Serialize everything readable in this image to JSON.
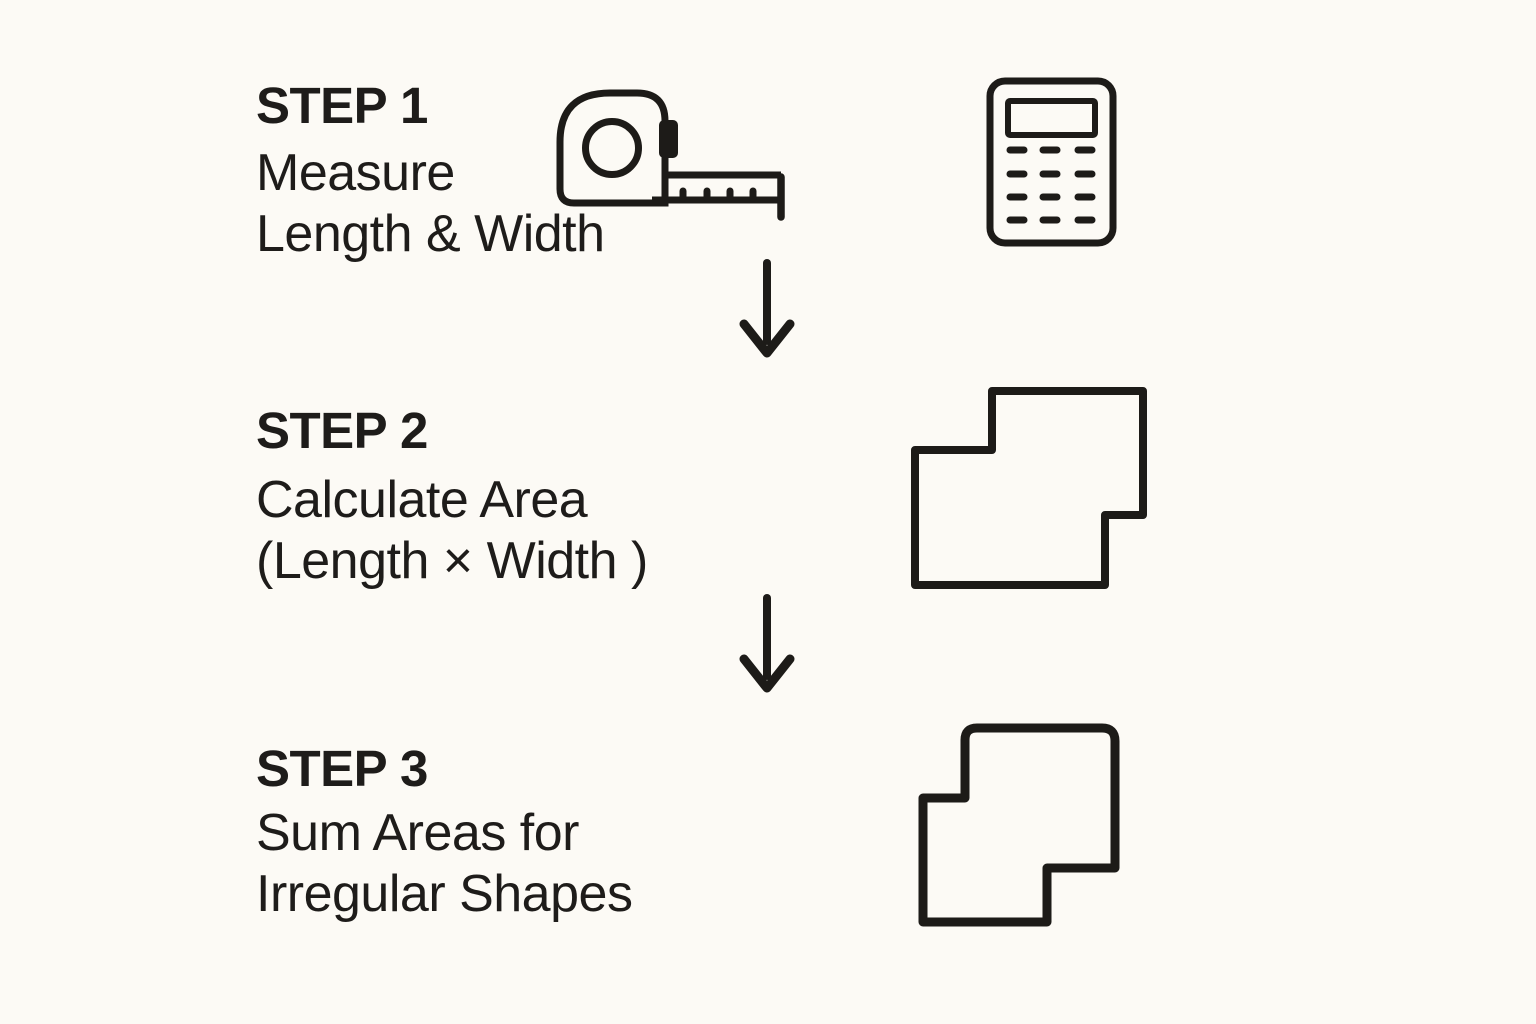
{
  "page": {
    "kind": "three-step area measurement infographic",
    "background_color": "#FCFAF5",
    "ink_color": "#1D1B18"
  },
  "steps": [
    {
      "title": "STEP 1",
      "lines": [
        "Measure",
        "Length & Width"
      ],
      "icons": [
        "tape-measure-icon",
        "calculator-icon"
      ]
    },
    {
      "title": "STEP 2",
      "lines": [
        "Calculate Area",
        "(Length × Width )"
      ],
      "icons": [
        "irregular-shape-icon"
      ]
    },
    {
      "title": "STEP 3",
      "lines": [
        "Sum Areas for",
        "Irregular Shapes"
      ],
      "icons": [
        "irregular-shape-icon"
      ]
    }
  ],
  "connectors": [
    {
      "type": "down-arrow"
    },
    {
      "type": "down-arrow"
    }
  ]
}
